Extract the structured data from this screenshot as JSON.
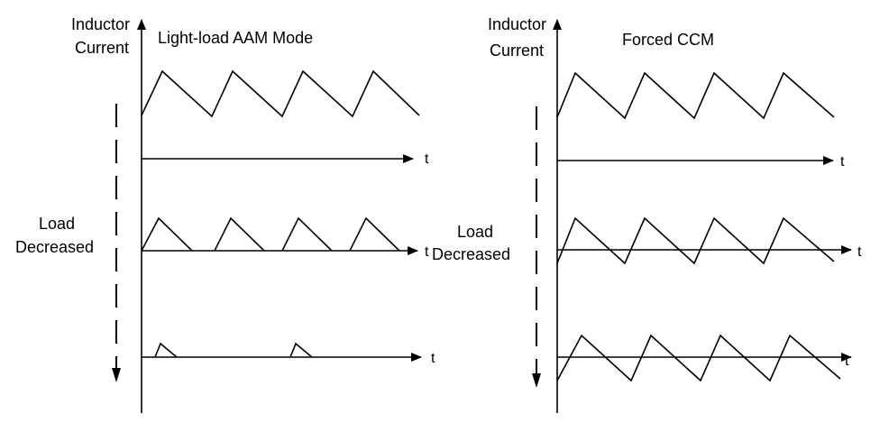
{
  "left_panel": {
    "y_label_line1": "Inductor",
    "y_label_line2": "Current",
    "title": "Light-load AAM Mode",
    "side_label_line1": "Load",
    "side_label_line2": "Decreased",
    "axis_labels": [
      "t",
      "t",
      "t"
    ]
  },
  "right_panel": {
    "y_label_line1": "Inductor",
    "y_label_line2": "Current",
    "title": "Forced CCM",
    "side_label_line1": "Load",
    "side_label_line2": "Decreased",
    "axis_labels": [
      "t",
      "t",
      "t"
    ]
  }
}
